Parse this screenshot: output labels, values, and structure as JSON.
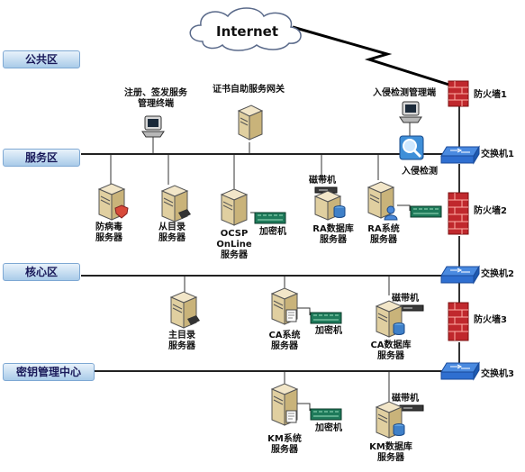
{
  "internet": {
    "label": "Internet"
  },
  "zones": {
    "public": "公共区",
    "service": "服务区",
    "core": "核心区",
    "kmc": "密钥管理中心"
  },
  "firewalls": [
    "防火墙1",
    "防火墙2",
    "防火墙3"
  ],
  "switches": [
    "交换机1",
    "交换机2",
    "交换机3"
  ],
  "service_zone": {
    "terminal": "注册、签发服务\n管理终端",
    "self_service_gateway": "证书自助服务网关",
    "ids_console": "入侵检测管理端",
    "ids": "入侵检测",
    "antivirus": "防病毒\n服务器",
    "slave_dir": "从目录\n服务器",
    "ocsp": "OCSP\nOnLine\n服务器",
    "ocsp_crypto": "加密机",
    "ra_tape": "磁带机",
    "ra_db": "RA数据库\n服务器",
    "ra_sys": "RA系统\n服务器"
  },
  "core_zone": {
    "master_dir": "主目录\n服务器",
    "ca_sys": "CA系统\n服务器",
    "ca_crypto": "加密机",
    "ca_tape": "磁带机",
    "ca_db": "CA数据库\n服务器"
  },
  "kmc_zone": {
    "km_sys": "KM系统\n服务器",
    "km_crypto": "加密机",
    "km_tape": "磁带机",
    "km_db": "KM数据库\n服务器"
  },
  "colors": {
    "zone_bar": "#a9cbe9",
    "firewall": "#c0282d",
    "switch": "#2f6fd0",
    "crypto": "#1e7a5a"
  }
}
